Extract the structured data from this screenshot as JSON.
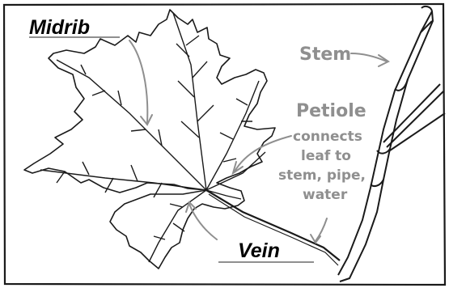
{
  "labels": {
    "midrib": "Midrib",
    "vein": "Vein",
    "stem": "Stem",
    "petiole_title": "Petiole",
    "petiole_lines": [
      "connects",
      "leaf to",
      "stem, pipe,",
      "water"
    ]
  },
  "colors": {
    "ink": "#1a1a1a",
    "annotation": "#8f8f8f",
    "label": "#000000",
    "paper": "#ffffff"
  }
}
